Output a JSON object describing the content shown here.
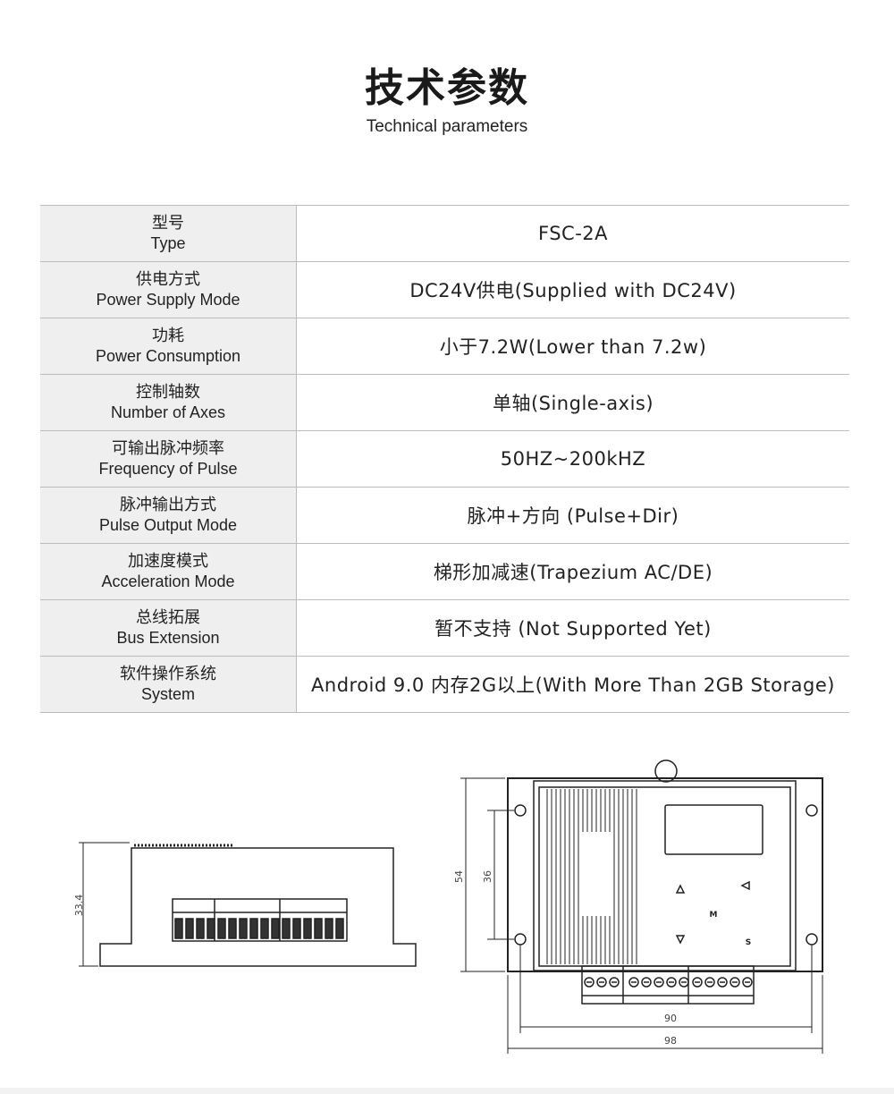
{
  "header": {
    "title": "技术参数",
    "subtitle": "Technical parameters"
  },
  "rows": [
    {
      "cn": "型号",
      "en": "Type",
      "value": "FSC-2A"
    },
    {
      "cn": "供电方式",
      "en": "Power Supply Mode",
      "value": "DC24V供电(Supplied with DC24V)"
    },
    {
      "cn": "功耗",
      "en": "Power Consumption",
      "value": "小于7.2W(Lower than 7.2w)"
    },
    {
      "cn": "控制轴数",
      "en": "Number of Axes",
      "value": "单轴(Single-axis)"
    },
    {
      "cn": "可输出脉冲频率",
      "en": "Frequency of Pulse",
      "value": "50HZ~200kHZ"
    },
    {
      "cn": "脉冲输出方式",
      "en": "Pulse Output Mode",
      "value": "脉冲+方向 (Pulse+Dir)"
    },
    {
      "cn": "加速度模式",
      "en": "Acceleration Mode",
      "value": "梯形加减速(Trapezium AC/DE)"
    },
    {
      "cn": "总线拓展",
      "en": "Bus Extension",
      "value": "暂不支持 (Not Supported Yet)"
    },
    {
      "cn": "软件操作系统",
      "en": "System",
      "value": "Android 9.0 内存2G以上(With More Than 2GB Storage)"
    }
  ],
  "drawings": {
    "side": {
      "height_dim": "33.4"
    },
    "front": {
      "dim_height": "54",
      "dim_hole_v": "36",
      "dim_hole_h": "90",
      "dim_width": "98",
      "key_m": "M",
      "key_s": "S"
    }
  }
}
